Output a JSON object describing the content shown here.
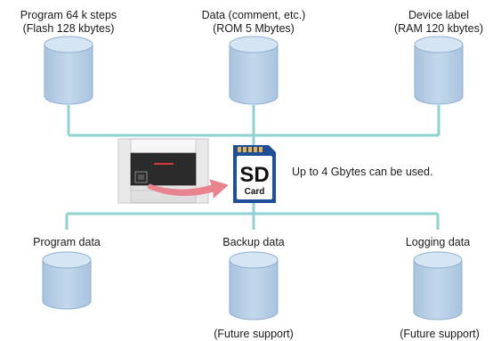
{
  "top_storage": [
    {
      "line1": "Program 64 k steps",
      "line2": "(Flash 128 kbytes)"
    },
    {
      "line1": "Data (comment, etc.)",
      "line2": "(ROM 5 Mbytes)"
    },
    {
      "line1": "Device label",
      "line2": "(RAM 120 kbytes)"
    }
  ],
  "sd_card": {
    "logo_top": "SD",
    "logo_bottom": "Card",
    "caption": "Up to 4 Gbytes can be used."
  },
  "bottom_storage": [
    {
      "title": "Program data",
      "note": ""
    },
    {
      "title": "Backup data",
      "note": "(Future support)"
    },
    {
      "title": "Logging data",
      "note": "(Future support)"
    }
  ],
  "colors": {
    "cylinder_fill": "#b8cfe6",
    "cylinder_top": "#d6e5f3",
    "cylinder_edge": "#8fb0d0",
    "connector_line": "#8ed3d0",
    "arrow": "#e8848e",
    "sd_card": "#1d4f9a"
  }
}
